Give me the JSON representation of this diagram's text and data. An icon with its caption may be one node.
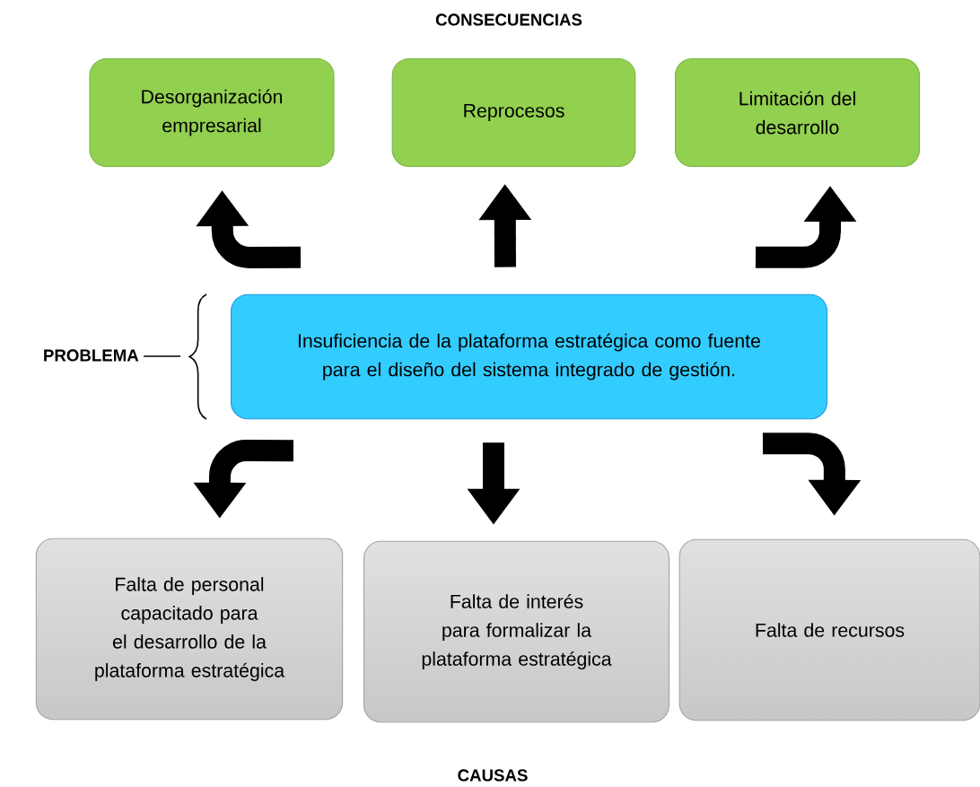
{
  "diagram": {
    "title": "CONSECUENCIAS",
    "nodes": [
      {
        "text": [
          "Desorganización empresarial"
        ]
      },
      {
        "text": [
          "Reprocesos"
        ]
      },
      {
        "text": [
          "Limitación del desarrollo"
        ]
      },
      {
        "text": [
          "Insuficiencia de la plataforma estratégica como fuente para el diseño del sistema integrado de gestión."
        ]
      },
      {
        "text": [
          "Falta de personal capacitado para el desarrollo de la plataforma estratégica"
        ]
      },
      {
        "text": [
          "Falta de interés para formalizar la plataforma estratégica"
        ]
      },
      {
        "text": [
          "Falta de recursos"
        ]
      }
    ],
    "edges": [
      {
        "from": 3,
        "to": 0,
        "arrow": "to"
      },
      {
        "from": 3,
        "to": 1,
        "arrow": "to"
      },
      {
        "from": 3,
        "to": 2,
        "arrow": "to"
      },
      {
        "from": 3,
        "to": 4,
        "arrow": "to"
      },
      {
        "from": 3,
        "to": 5,
        "arrow": "to"
      },
      {
        "from": 3,
        "to": 6,
        "arrow": "to"
      }
    ],
    "labels": [
      "PROBLEMA",
      "CAUSAS"
    ]
  }
}
